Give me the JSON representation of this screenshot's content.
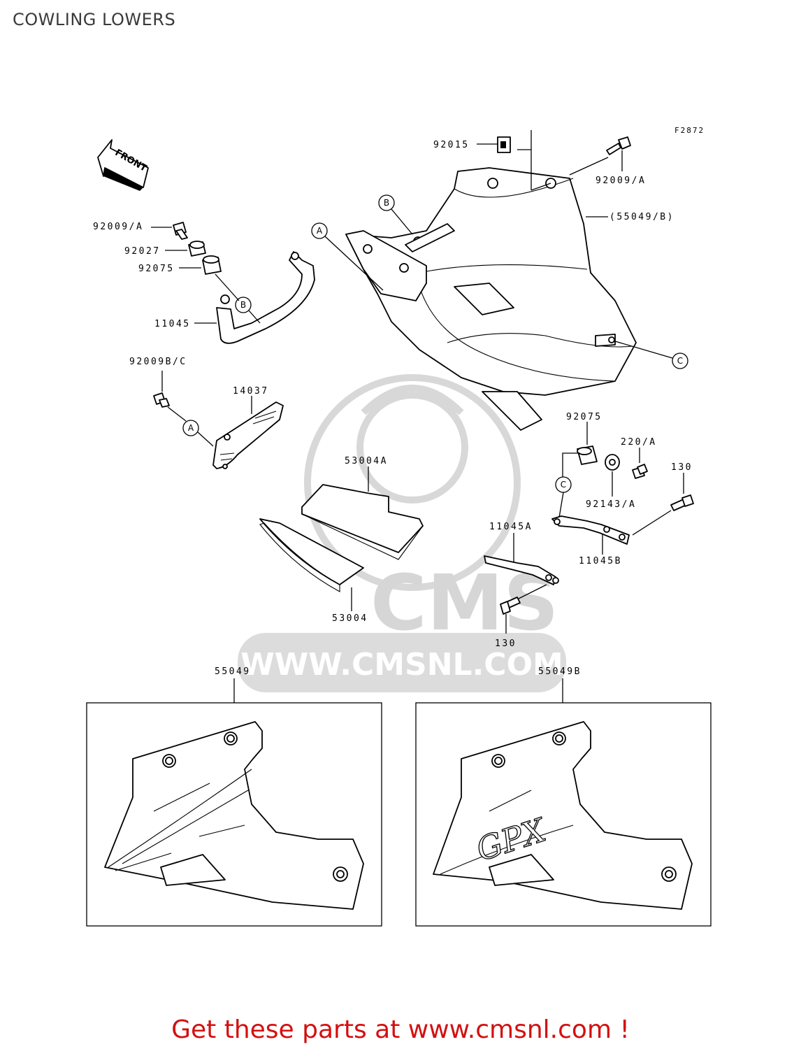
{
  "page": {
    "title": "COWLING LOWERS",
    "figure_id": "F2872"
  },
  "watermark": {
    "text": "WWW.CMSNL.COM",
    "logo": "CMS"
  },
  "direction": {
    "label": "FRONT"
  },
  "labels": {
    "p92015": "92015",
    "p92009A_top": "92009/A",
    "p55049B_paren": "(55049/B)",
    "p92009A_left": "92009/A",
    "p92027": "92027",
    "p92075_left": "92075",
    "p11045": "11045",
    "p92009BC": "92009B/C",
    "p14037": "14037",
    "p53004A": "53004A",
    "p53004": "53004",
    "p92075_right": "92075",
    "p220A": "220/A",
    "p130_right": "130",
    "p92143A": "92143/A",
    "p11045A": "11045A",
    "p11045B": "11045B",
    "p130_bottom": "130",
    "p55049": "55049",
    "p55049B": "55049B",
    "decal_text": "GPX"
  },
  "markers": {
    "a": "A",
    "b": "B",
    "c": "C"
  },
  "footer": {
    "cta": "Get these parts at www.cmsnl.com !"
  }
}
